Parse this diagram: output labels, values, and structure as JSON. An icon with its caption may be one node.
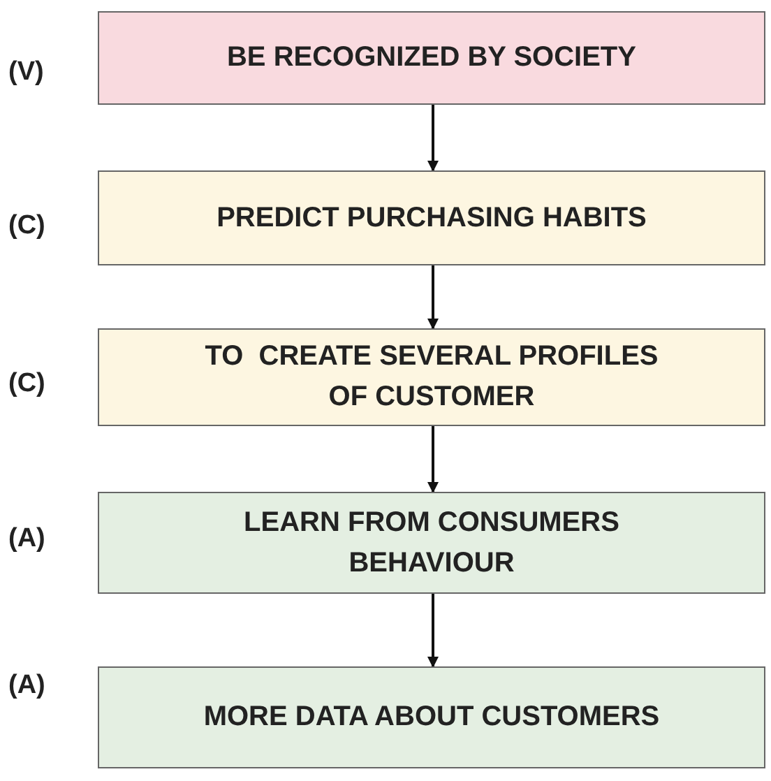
{
  "diagram": {
    "nodes": [
      {
        "text": [
          "BE RECOGNIZED BY SOCIETY"
        ],
        "beside": [
          "(V)"
        ]
      },
      {
        "text": [
          "PREDICT PURCHASING HABITS"
        ],
        "beside": [
          "(C)"
        ]
      },
      {
        "text": [
          "TO  CREATE SEVERAL PROFILES OF CUSTOMER"
        ],
        "beside": [
          "(C)"
        ]
      },
      {
        "text": [
          "LEARN FROM CONSUMERS BEHAVIOUR"
        ],
        "beside": [
          "(A)"
        ]
      },
      {
        "text": [
          "MORE DATA ABOUT CUSTOMERS"
        ],
        "beside": [
          "(A)"
        ]
      }
    ],
    "edges": [
      {
        "from": 0,
        "to": 1,
        "arrow": "to"
      },
      {
        "from": 1,
        "to": 2,
        "arrow": "to"
      },
      {
        "from": 2,
        "to": 3,
        "arrow": "to"
      },
      {
        "from": 3,
        "to": 4,
        "arrow": "to"
      }
    ]
  }
}
